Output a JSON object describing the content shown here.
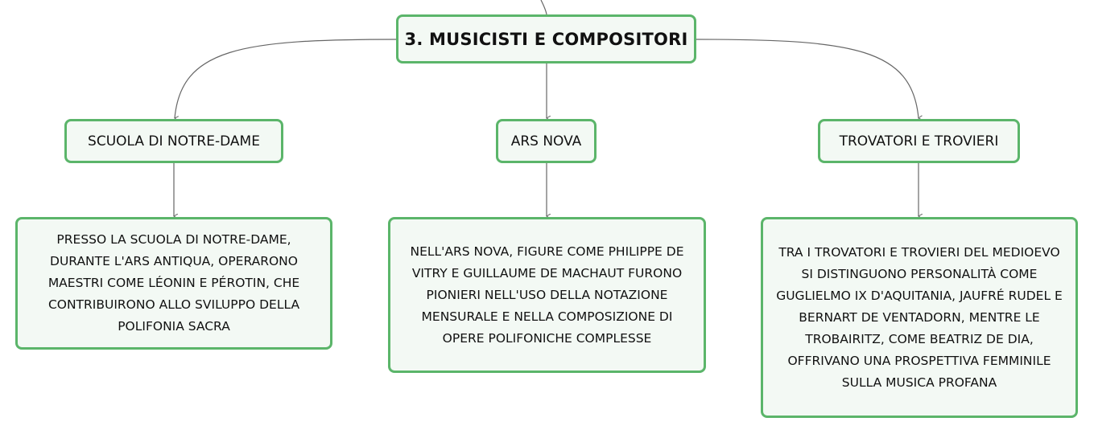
{
  "root": {
    "label": "3. MUSICISTI E COMPOSITORI"
  },
  "branches": [
    {
      "label": "SCUOLA DI NOTRE-DAME",
      "detail": "PRESSO LA SCUOLA DI NOTRE-DAME, DURANTE L'ARS ANTIQUA, OPERARONO MAESTRI COME LÉONIN E PÉROTIN, CHE CONTRIBUIRONO ALLO SVILUPPO DELLA POLIFONIA SACRA"
    },
    {
      "label": "ARS NOVA",
      "detail": "NELL'ARS NOVA, FIGURE COME PHILIPPE DE VITRY E GUILLAUME DE MACHAUT FURONO PIONIERI NELL'USO DELLA NOTAZIONE MENSURALE E NELLA COMPOSIZIONE DI OPERE POLIFONICHE COMPLESSE"
    },
    {
      "label": "TROVATORI E TROVIERI",
      "detail": "TRA I TROVATORI E TROVIERI DEL MEDIOEVO SI DISTINGUONO PERSONALITÀ COME GUGLIELMO IX D'AQUITANIA, JAUFRÉ RUDEL E BERNART DE VENTADORN, MENTRE LE TROBAIRITZ, COME BEATRIZ DE DIA, OFFRIVANO UNA PROSPETTIVA FEMMINILE SULLA MUSICA PROFANA"
    }
  ],
  "colors": {
    "node_border": "#5bb56a",
    "node_fill": "#f3f9f4",
    "connector": "#666666"
  }
}
